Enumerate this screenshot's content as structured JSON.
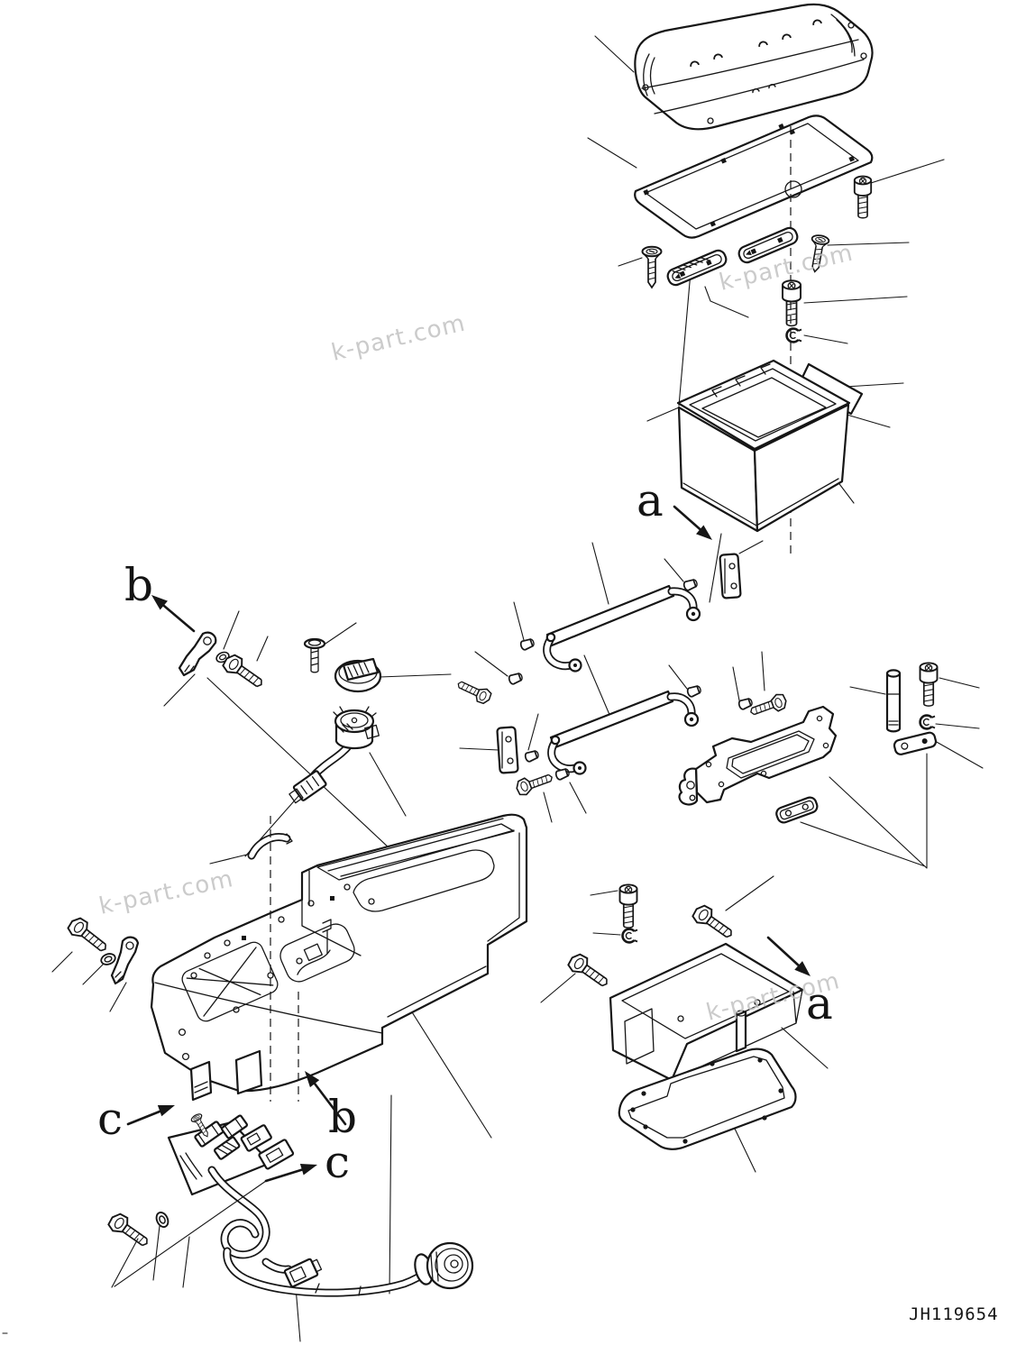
{
  "diagram": {
    "type": "exploded-parts-diagram",
    "drawing_number": "JH119654",
    "watermark": "k-part.com",
    "callouts": {
      "a": "a",
      "b": "b",
      "c": "c"
    }
  }
}
